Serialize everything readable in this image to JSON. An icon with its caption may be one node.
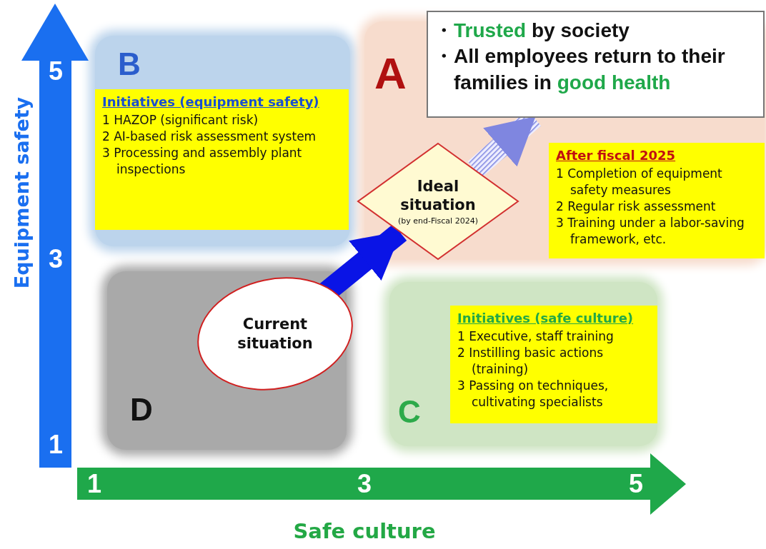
{
  "diagram": {
    "nodes": [
      {
        "text": [
          "B"
        ]
      },
      {
        "text": [
          "Initiatives (equipment safety)",
          "1 HAZOP (significant risk)",
          "2 AI-based risk assessment system",
          "3 Processing and assembly plant inspections"
        ],
        "in": 0
      },
      {
        "text": [
          "A"
        ]
      },
      {
        "text": [
          "・**Trusted** by society",
          "・All employees return to their families in **good health**"
        ],
        "in": 2
      },
      {
        "text": [
          "Ideal situation",
          "(by end-Fiscal 2024)"
        ],
        "in": 2
      },
      {
        "text": [
          "After fiscal 2025",
          "1 Completion of equipment safety measures",
          "2 Regular risk assessment",
          "3 Training under a labor-saving framework, etc."
        ],
        "in": 2
      },
      {
        "text": [
          "D"
        ]
      },
      {
        "text": [
          "Current situation"
        ],
        "in": 6
      },
      {
        "text": [
          "C"
        ]
      },
      {
        "text": [
          "Initiatives (safe culture)",
          "1 Executive, staff training",
          "2 Instilling basic actions (training)",
          "3 Passing on techniques, cultivating specialists"
        ],
        "in": 8
      }
    ],
    "edges": [
      {
        "from": 7,
        "to": 4,
        "arrow": "to",
        "color": "#0a14e6"
      },
      {
        "from": 4,
        "to": 3,
        "arrow": "to",
        "color": "#7f86e0"
      }
    ],
    "labels": [
      "5",
      "3",
      "1",
      "Equipment safety",
      "1",
      "3",
      "5",
      "Safe culture"
    ]
  }
}
